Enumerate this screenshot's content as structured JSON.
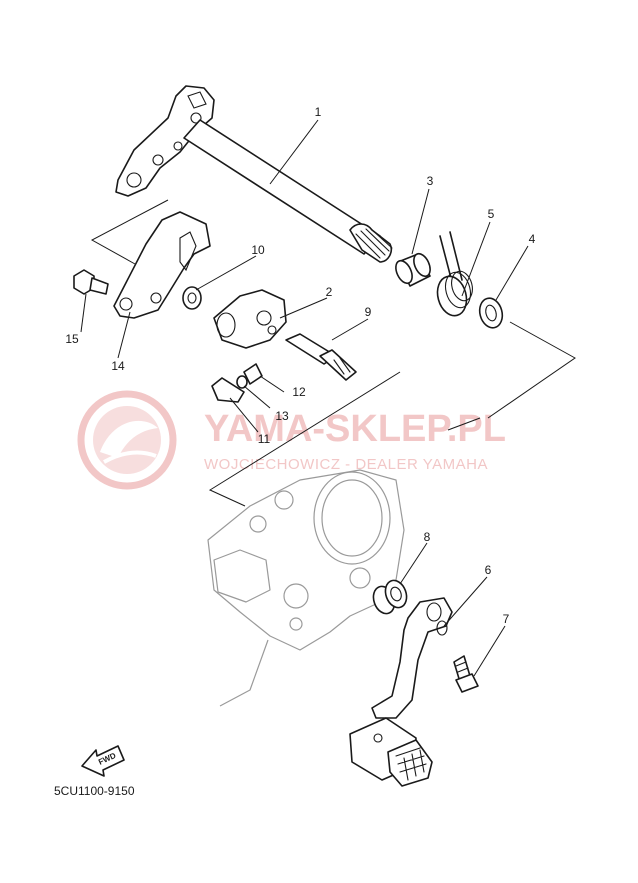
{
  "diagram": {
    "part_code": "5CU1100-9150",
    "fwd_label": "FWD",
    "callouts": [
      "1",
      "2",
      "3",
      "4",
      "5",
      "6",
      "7",
      "8",
      "9",
      "10",
      "11",
      "12",
      "13",
      "14",
      "15"
    ]
  },
  "watermark": {
    "title": "YAMA-SKLEP.PL",
    "subtitle": "WOJCIECHOWICZ - DEALER YAMAHA"
  },
  "colors": {
    "line": "#1a1a1a",
    "watermark": "#f2c7c7",
    "ghost_outline": "#9a9a9a"
  }
}
